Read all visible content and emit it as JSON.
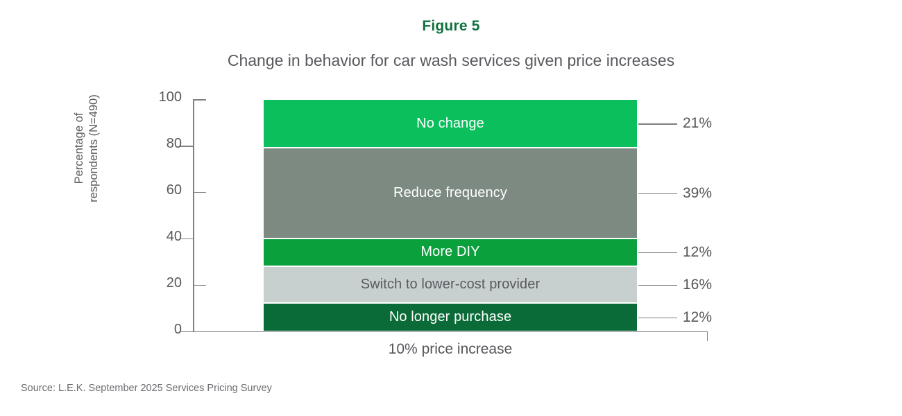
{
  "figure": {
    "number_label": "Figure 5",
    "subtitle": "Change in behavior for car wash services given price increases",
    "source": "Source: L.E.K. September 2025 Services Pricing Survey"
  },
  "colors": {
    "title_green": "#10713F",
    "bright_green": "#0ABF5C",
    "medium_green": "#0AA03C",
    "dark_green": "#0B6B38",
    "gray_green": "#7C8A82",
    "light_gray": "#C7CFCF",
    "axis_gray": "#808083",
    "text_gray": "#55555A"
  },
  "chart_data": {
    "type": "bar",
    "title": "Figure 5",
    "subtitle": "Change in behavior for car wash services given price increases",
    "xlabel": "",
    "ylabel": "Percentage of respondents (N=490)",
    "ylabel_lines": [
      "Percentage of",
      "respondents (N=490)"
    ],
    "categories": [
      "10% price increase"
    ],
    "ylim": [
      0,
      100
    ],
    "yticks": [
      100,
      80,
      60,
      40,
      20,
      0
    ],
    "ytick_labels": [
      "100",
      "80",
      "60",
      "40",
      "20",
      "0"
    ],
    "grid": false,
    "legend_position": "none",
    "stacked": true,
    "stack_order_top_to_bottom": true,
    "series": [
      {
        "name": "No change",
        "values": [
          21
        ],
        "value_label": "21%",
        "color": "#0ABF5C",
        "label_color": "#FFFFFF"
      },
      {
        "name": "Reduce frequency",
        "values": [
          39
        ],
        "value_label": "39%",
        "color": "#7C8A82",
        "label_color": "#FFFFFF"
      },
      {
        "name": "More DIY",
        "values": [
          12
        ],
        "value_label": "12%",
        "color": "#0AA03C",
        "label_color": "#FFFFFF"
      },
      {
        "name": "Switch to lower-cost provider",
        "values": [
          16
        ],
        "value_label": "16%",
        "color": "#C7CFCF",
        "label_color": "#5A5A5F"
      },
      {
        "name": "No longer purchase",
        "values": [
          12
        ],
        "value_label": "12%",
        "color": "#0B6B38",
        "label_color": "#FFFFFF"
      }
    ]
  }
}
